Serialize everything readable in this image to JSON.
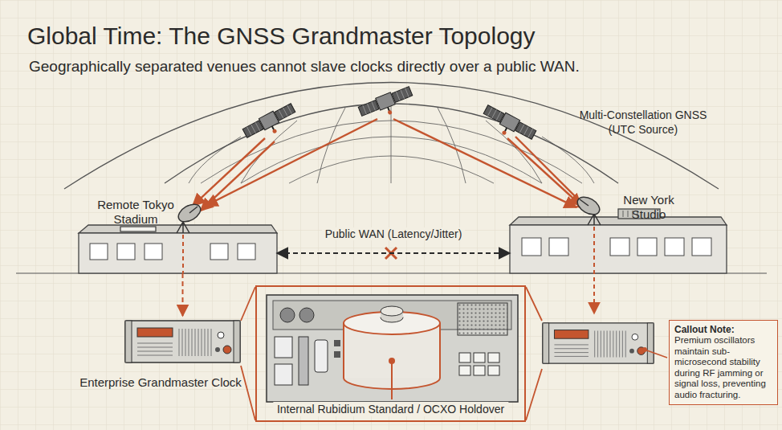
{
  "diagram": {
    "title": "Global Time: The GNSS Grandmaster Topology",
    "caption": "Geographically separated venues cannot slave clocks directly over a public WAN.",
    "nodes": [
      {
        "text": [
          "Remote Tokyo Stadium"
        ]
      },
      {
        "text": [
          "New York Studio"
        ]
      },
      {
        "text": [
          "Enterprise Grandmaster Clock"
        ]
      },
      {
        "text": [
          "Internal Rubidium Standard / OCXO Holdover"
        ]
      },
      {
        "text": [
          "Callout Note:",
          "Premium oscillators maintain sub-microsecond stability during RF jamming or signal loss, preventing audio fracturing."
        ]
      }
    ],
    "edges": [
      {
        "from": 0,
        "to": 2,
        "arrow": "to"
      },
      {
        "from": 0,
        "to": 1,
        "label": "Public WAN (Latency/Jitter)",
        "arrow": "both"
      }
    ],
    "labels": [
      "Multi-Constellation GNSS (UTC Source)"
    ]
  }
}
